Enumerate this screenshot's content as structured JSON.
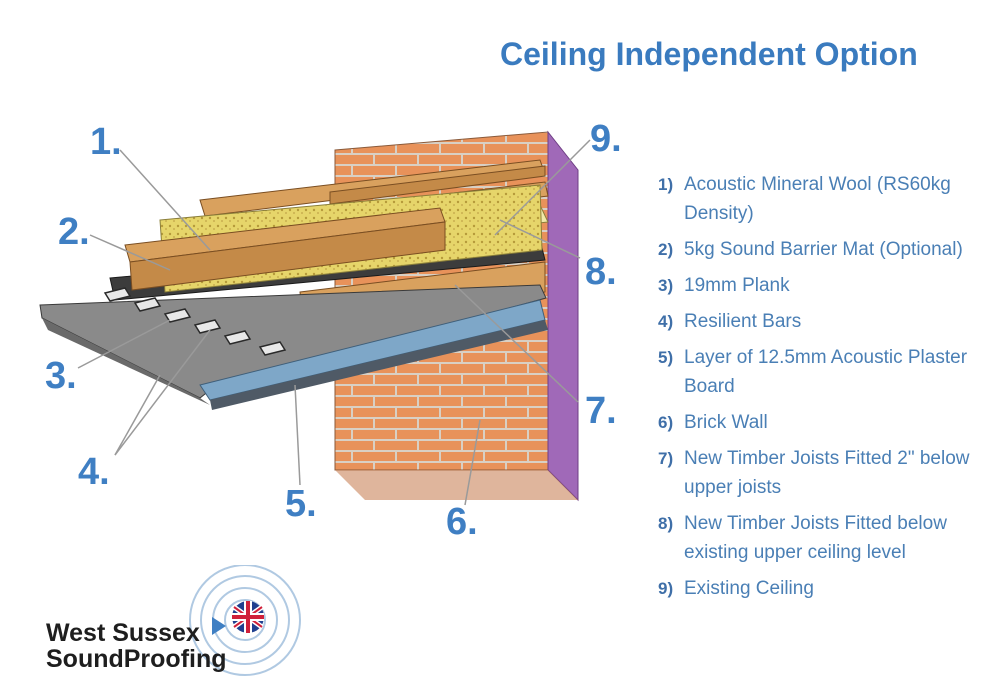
{
  "title": "Ceiling Independent Option",
  "callouts": [
    "1.",
    "2.",
    "3.",
    "4.",
    "5.",
    "6.",
    "7.",
    "8.",
    "9."
  ],
  "legend": [
    {
      "num": "1)",
      "text": "Acoustic Mineral Wool (RS60kg Density)"
    },
    {
      "num": "2)",
      "text": "5kg Sound Barrier Mat (Optional)"
    },
    {
      "num": "3)",
      "text": "19mm Plank"
    },
    {
      "num": "4)",
      "text": "Resilient Bars"
    },
    {
      "num": "5)",
      "text": "Layer of 12.5mm Acoustic Plaster Board"
    },
    {
      "num": "6)",
      "text": "Brick Wall"
    },
    {
      "num": "7)",
      "text": "New Timber Joists Fitted 2\" below upper joists"
    },
    {
      "num": "8)",
      "text": "New Timber Joists Fitted below existing upper ceiling level"
    },
    {
      "num": "9)",
      "text": "Existing Ceiling"
    }
  ],
  "logo": {
    "line1": "West Sussex",
    "line2": "SoundProofing"
  },
  "colors": {
    "accent": "#3f7fc3",
    "brick": "#e8925a",
    "mortar": "#d9d0c4",
    "timber": "#d9a15e",
    "wool": "#e6d56a",
    "plasterboard": "#5b6f86",
    "wall_edge": "#a069b8"
  }
}
